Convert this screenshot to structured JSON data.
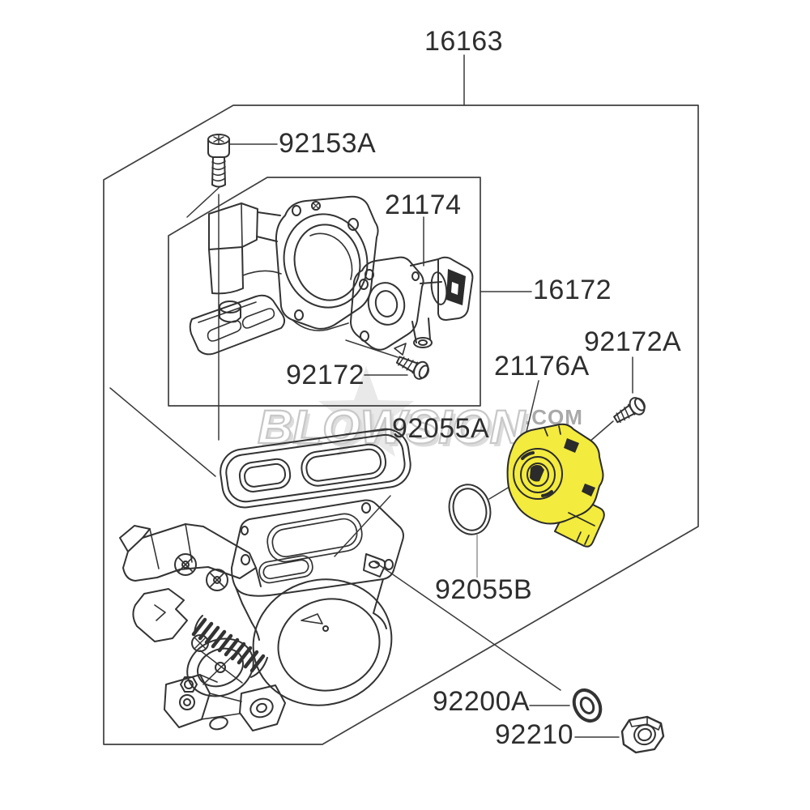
{
  "diagram": {
    "type": "exploded-parts-diagram",
    "assembly_number": "16163",
    "highlight_color": "#f3eb3d",
    "line_color": "#333333",
    "background_color": "#ffffff",
    "watermark": {
      "brand": "BLOWSION",
      "tld": ".COM",
      "color": "#d9d9d9"
    },
    "labels": [
      {
        "id": "16163",
        "text": "16163"
      },
      {
        "id": "92153A",
        "text": "92153A"
      },
      {
        "id": "21174",
        "text": "21174"
      },
      {
        "id": "16172",
        "text": "16172"
      },
      {
        "id": "92172",
        "text": "92172"
      },
      {
        "id": "92172A",
        "text": "92172A"
      },
      {
        "id": "21176A",
        "text": "21176A"
      },
      {
        "id": "92055A",
        "text": "92055A"
      },
      {
        "id": "92055B",
        "text": "92055B"
      },
      {
        "id": "92200A",
        "text": "92200A"
      },
      {
        "id": "92210",
        "text": "92210"
      }
    ],
    "parts": [
      "socket-head-bolt",
      "throttle-body-cover",
      "idle-air-valve",
      "flange-bolt",
      "flange-bolt-a",
      "throttle-position-sensor-highlighted",
      "gasket",
      "o-ring",
      "throttle-body-main",
      "washer",
      "hex-nut"
    ]
  }
}
